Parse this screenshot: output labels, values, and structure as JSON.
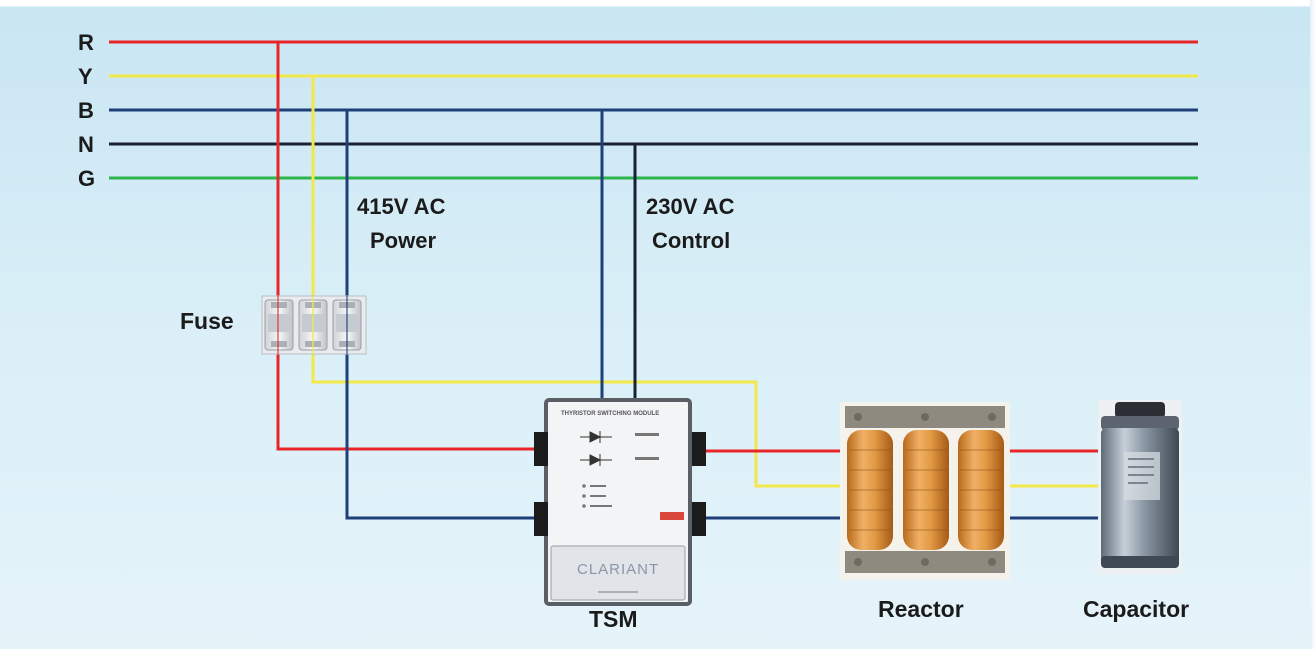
{
  "bus_labels": {
    "r": "R",
    "y": "Y",
    "b": "B",
    "n": "N",
    "g": "G"
  },
  "notes": {
    "power_line1": "415V AC",
    "power_line2": "Power",
    "control_line1": "230V AC",
    "control_line2": "Control"
  },
  "components": {
    "fuse": "Fuse",
    "tsm": "TSM",
    "reactor": "Reactor",
    "capacitor": "Capacitor"
  },
  "tsm_panel": {
    "heading": "THYRISTOR SWITCHING MODULE",
    "brand": "CLARIANT"
  },
  "colors": {
    "r": "#e8262a",
    "y": "#f2e84a",
    "b": "#1f3f7a",
    "n": "#1a2033",
    "g": "#2bb54a",
    "background": "#d6edf7"
  }
}
